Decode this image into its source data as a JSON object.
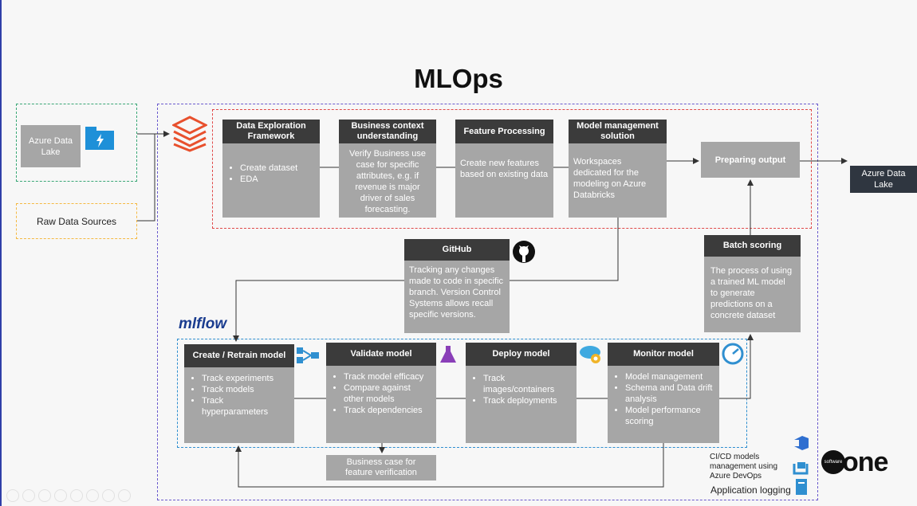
{
  "title": "MLOps",
  "sources": {
    "azure_data_lake_in": "Azure Data Lake",
    "raw_data_sources": "Raw Data Sources"
  },
  "top_row": [
    {
      "header": "Data Exploration Framework",
      "bullets": [
        "Create dataset",
        "EDA"
      ]
    },
    {
      "header": "Business context understanding",
      "text": "Verify Business use case for specific attributes, e.g. if revenue is major driver of sales forecasting."
    },
    {
      "header": "Feature Processing",
      "text": "Create new features based on existing data"
    },
    {
      "header": "Model management solution",
      "text": "Workspaces dedicated for the modeling on Azure Databricks"
    }
  ],
  "preparing_output": "Preparing output",
  "azure_data_lake_out": "Azure Data Lake",
  "github": {
    "header": "GitHub",
    "text": "Tracking any changes made to code in specific branch. Version Control Systems allows recall specific versions."
  },
  "batch_scoring": {
    "header": "Batch scoring",
    "text": "The process of using a trained ML model to generate predictions on a concrete dataset"
  },
  "mlflow_logo": "mlflow",
  "bottom_row": [
    {
      "header": "Create / Retrain model",
      "bullets": [
        "Track experiments",
        "Track models",
        "Track hyperparameters"
      ]
    },
    {
      "header": "Validate model",
      "bullets": [
        "Track model efficacy",
        "Compare against other models",
        "Track dependencies"
      ]
    },
    {
      "header": "Deploy model",
      "bullets": [
        "Track images/containers",
        "Track deployments"
      ]
    },
    {
      "header": "Monitor model",
      "bullets": [
        "Model management",
        "Schema and Data drift analysis",
        "Model performance scoring"
      ]
    }
  ],
  "business_case": "Business case for feature verification",
  "legend": {
    "cicd": "CI/CD models management using Azure DevOps",
    "logging": "Application logging"
  },
  "brand": {
    "small": "software",
    "big": "one"
  },
  "icons": [
    "databricks-icon",
    "data-lake-storage-icon",
    "github-icon",
    "pipeline-icon",
    "flask-icon",
    "cloud-gear-icon",
    "gauge-icon",
    "devops-icon",
    "logging-icon"
  ],
  "colors": {
    "dark_header": "#3b3b3b",
    "box_body": "#a6a6a6",
    "green_dash": "#3aa776",
    "orange_dash": "#f5b942",
    "purple_dash": "#6a5acd",
    "red_dash": "#e04848",
    "blue_dash": "#2f8fd0"
  }
}
